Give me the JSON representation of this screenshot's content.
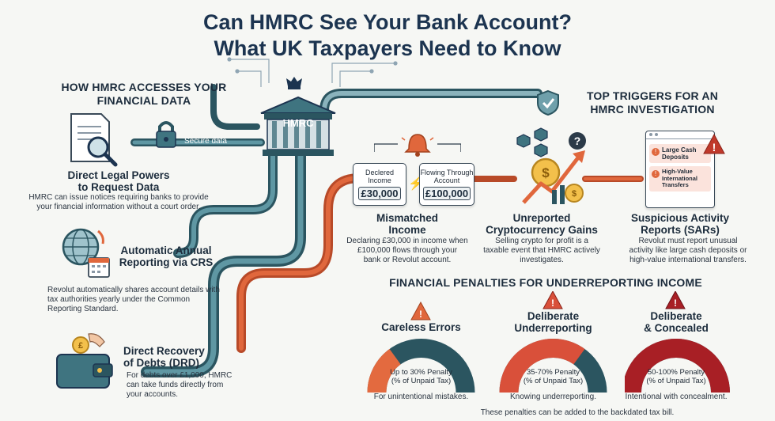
{
  "title_line1": "Can HMRC See Your Bank Account?",
  "title_line2": "What UK Taxpayers Need to Know",
  "left_section": {
    "heading_line1": "HOW HMRC ACCESSES YOUR",
    "heading_line2": "FINANCIAL DATA",
    "secure_label": "Secure data",
    "items": [
      {
        "title_line1": "Direct Legal Powers",
        "title_line2": "to Request Data",
        "body_line1": "HMRC can issue notices requiring banks to provide",
        "body_line2": "your financial information without a court order."
      },
      {
        "title_line1": "Automatic Annual",
        "title_line2": "Reporting via CRS",
        "body_line1": "Revolut automatically shares account details with",
        "body_line2": "tax authorities yearly under the Common",
        "body_line3": "Reporting Standard."
      },
      {
        "title_line1": "Direct Recovery",
        "title_line2": "of Debts (DRD)",
        "body_line1": "For debts over £1,000, HMRC",
        "body_line2": "can take funds directly from",
        "body_line3": "your accounts."
      }
    ]
  },
  "hmrc_label": "HMRC",
  "triggers_section": {
    "heading_line1": "TOP TRIGGERS FOR AN",
    "heading_line2": "HMRC INVESTIGATION",
    "cards": {
      "declared_label_1": "Declered",
      "declared_label_2": "Income",
      "declared_amount": "£30,000",
      "flowing_label_1": "Flowing Through",
      "flowing_label_2": "Account",
      "flowing_amount": "£100,000"
    },
    "sar_panel": {
      "item1_line1": "Large Cash",
      "item1_line2": "Deposits",
      "item2_line1": "High-Value",
      "item2_line2": "International",
      "item2_line3": "Transfers"
    },
    "items": [
      {
        "title_line1": "Mismatched",
        "title_line2": "Income",
        "body_line1": "Declaring £30,000 in income when",
        "body_line2": "£100,000 flows through your",
        "body_line3": "bank or Revolut account."
      },
      {
        "title_line1": "Unreported",
        "title_line2": "Cryptocurrency Gains",
        "body_line1": "Selling crypto for profit is a",
        "body_line2": "taxable event that HMRC actively",
        "body_line3": "investigates."
      },
      {
        "title_line1": "Suspicious Activity",
        "title_line2": "Reports (SARs)",
        "body_line1": "Revolut must report unusual",
        "body_line2": "activity like large cash deposits or",
        "body_line3": "high-value international transfers."
      }
    ]
  },
  "penalties_section": {
    "heading": "FINANCIAL PENALTIES FOR UNDERREPORTING INCOME",
    "footnote": "These penalties can be added to the backdated tax bill.",
    "items": [
      {
        "title_line1": "Careless Errors",
        "title_line2": "",
        "gauge_line1": "Up to 30% Penalty",
        "gauge_line2": "(% of Unpaid Tax)",
        "caption": "For unintentional mistakes.",
        "color": "#e36a3f",
        "fill_fraction": 0.3
      },
      {
        "title_line1": "Deliberate",
        "title_line2": "Underreporting",
        "gauge_line1": "35-70% Penalty",
        "gauge_line2": "(% of Unpaid Tax)",
        "caption": "Knowing underreporting.",
        "color": "#d9503a",
        "fill_fraction": 0.7
      },
      {
        "title_line1": "Deliberate",
        "title_line2": "& Concealed",
        "gauge_line1": "50-100% Penalty",
        "gauge_line2": "(% of Unpaid Tax)",
        "caption": "Intentional with concealment.",
        "color": "#a81f25",
        "fill_fraction": 1.0
      }
    ]
  },
  "colors": {
    "teal": "#3f7480",
    "teal_dark": "#2b5560",
    "orange": "#e0673c",
    "red": "#c0392b",
    "navy": "#1c3450"
  }
}
